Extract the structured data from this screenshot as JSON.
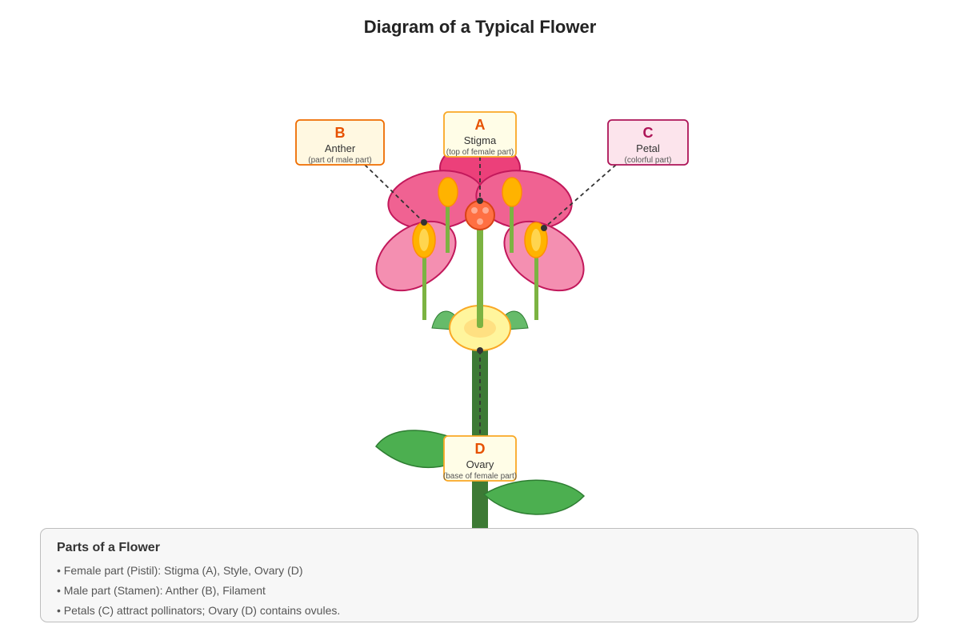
{
  "title": "Diagram of a Typical Flower",
  "labels": [
    {
      "letter": "A",
      "name": "Stigma",
      "sub": "(top of female part)"
    },
    {
      "letter": "B",
      "name": "Anther",
      "sub": "(part of male part)"
    },
    {
      "letter": "C",
      "name": "Petal",
      "sub": "(colorful part)"
    },
    {
      "letter": "D",
      "name": "Ovary",
      "sub": "(base of female part)"
    }
  ],
  "legend": {
    "title": "Parts of a Flower",
    "items": [
      "• Female part (Pistil): Stigma (A), Style, Ovary (D)",
      "• Male part (Stamen): Anther (B), Filament",
      "• Petals (C) attract pollinators; Ovary (D) contains ovules."
    ]
  },
  "colors": {
    "petal": "#f07fa8",
    "petal_outline": "#c2185b",
    "stem": "#3d7a35",
    "leaf": "#4caf50",
    "anther": "#ffb300",
    "filament": "#7cb342",
    "stigma": "#ff7043",
    "ovary": "#fff59d",
    "label_orange": "#e65100",
    "label_magenta": "#ad1457"
  }
}
